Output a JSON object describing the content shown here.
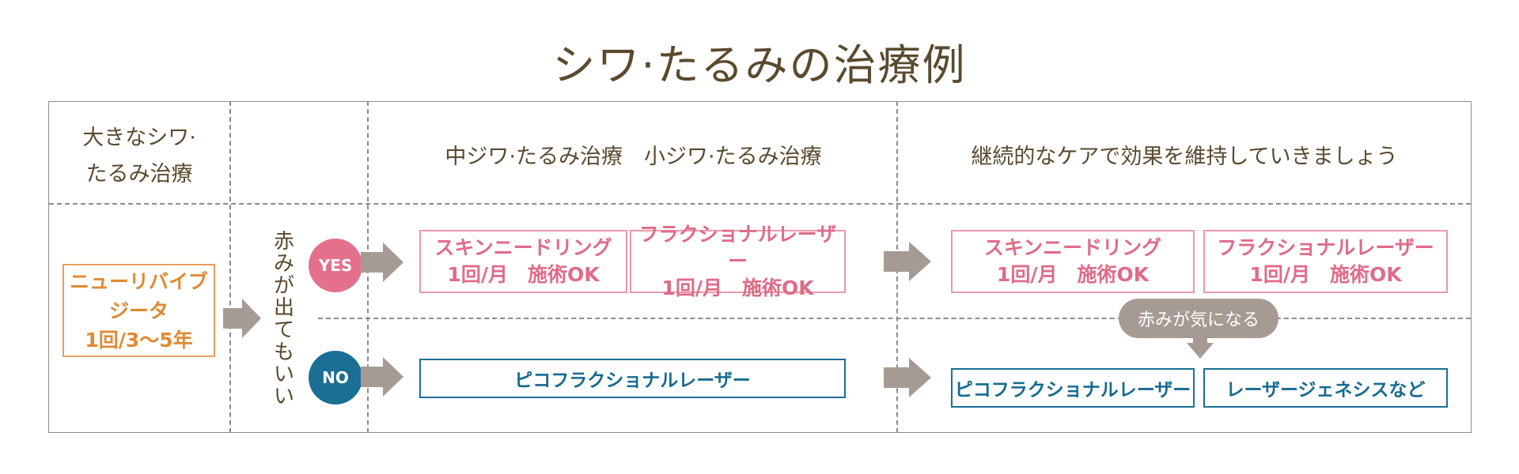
{
  "title": "シワ·たるみの治療例",
  "headers": {
    "col1_line1": "大きなシワ·",
    "col1_line2": "たるみ治療",
    "col3": "中ジワ·たるみ治療　小ジワ·たるみ治療",
    "col4": "継続的なケアで効果を維持していきましょう"
  },
  "start_box": {
    "line1": "ニューリバイブ",
    "line2": "ジータ",
    "line3": "1回/3〜5年"
  },
  "question_text": [
    "赤",
    "み",
    "が",
    "出",
    "て",
    "も",
    "い",
    "い"
  ],
  "yes_label": "YES",
  "no_label": "NO",
  "yes_row": {
    "mid": [
      {
        "name": "スキンニードリング",
        "freq": "1回/月　施術OK"
      },
      {
        "name": "フラクショナルレーザー",
        "freq": "1回/月　施術OK"
      }
    ],
    "right": [
      {
        "name": "スキンニードリング",
        "freq": "1回/月　施術OK"
      },
      {
        "name": "フラクショナルレーザー",
        "freq": "1回/月　施術OK"
      }
    ]
  },
  "no_row": {
    "mid": "ピコフラクショナルレーザー",
    "right": [
      "ピコフラクショナルレーザー",
      "レーザージェネシスなど"
    ]
  },
  "bubble_text": "赤みが気になる",
  "colors": {
    "title": "#5a4a2e",
    "pink": "#e06b89",
    "blue": "#176a90",
    "orange": "#e08a33",
    "arrow": "#a69b94",
    "yes_circle": "#e5708c",
    "no_circle": "#1b6e94"
  }
}
